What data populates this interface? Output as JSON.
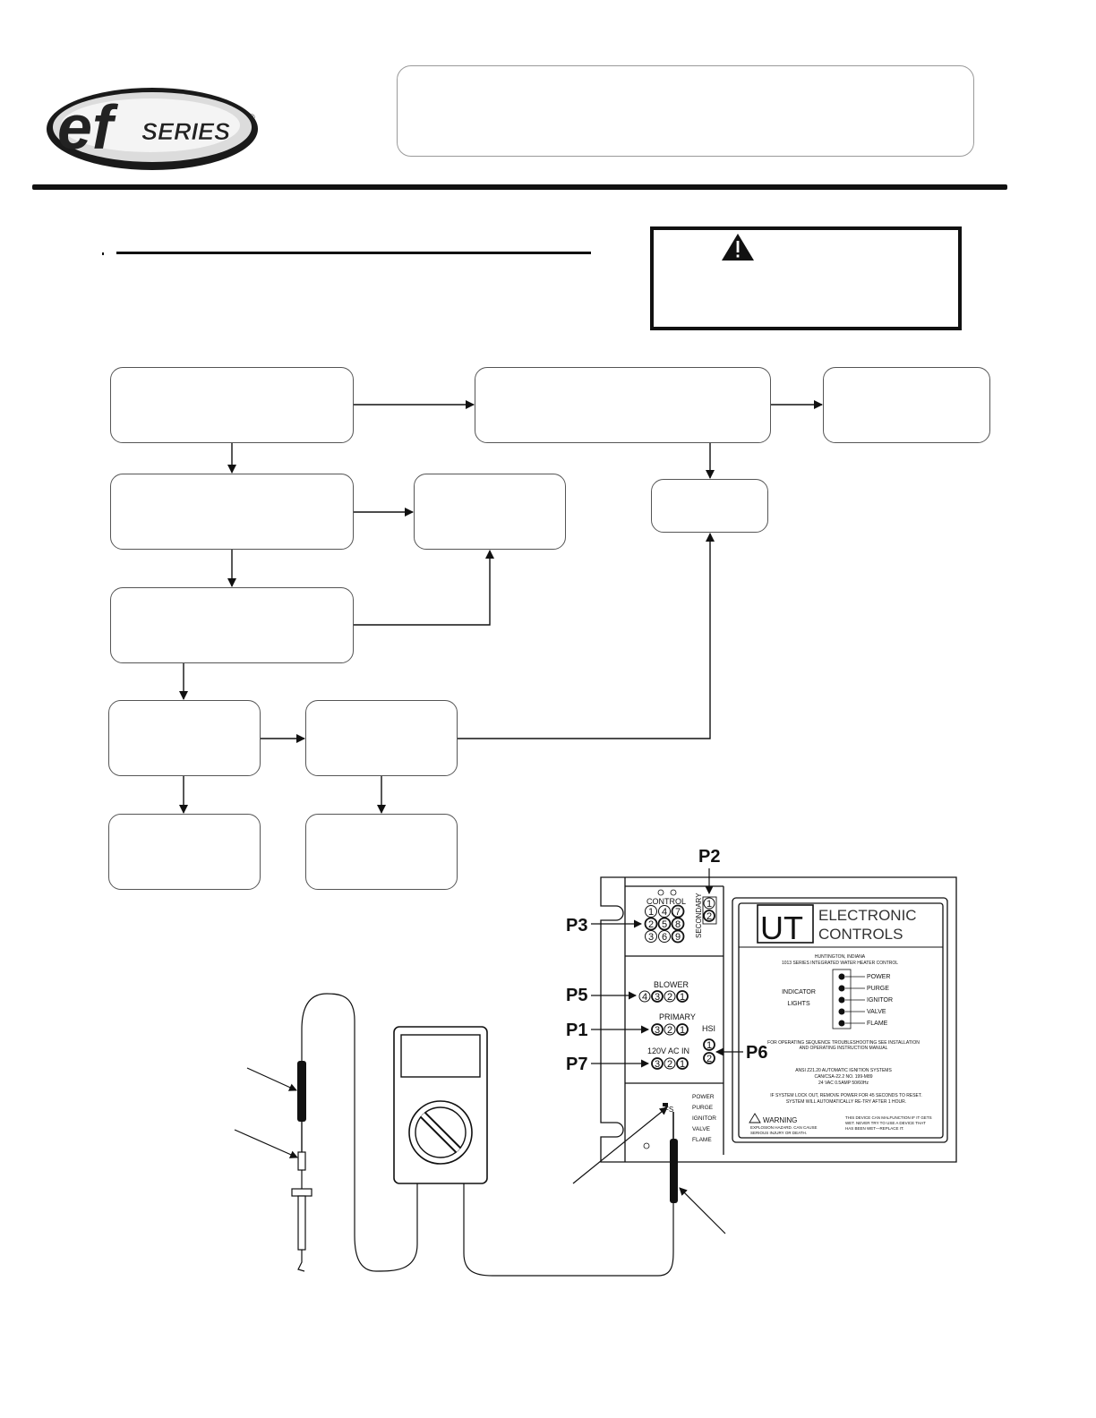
{
  "logo": {
    "brand_text": "SERIES",
    "prefix": "ef",
    "registered": "®"
  },
  "board": {
    "brand_initials": "UT",
    "brand_line1": "ELECTRONIC",
    "brand_line2": "CONTROLS",
    "location": "HUNTINGTON, INDIANA",
    "series": "1013 SERIES INTEGRATED WATER HEATER CONTROL",
    "indicator_title1": "INDICATOR",
    "indicator_title2": "LIGHTS",
    "lights": [
      "POWER",
      "PURGE",
      "IGNITOR",
      "VALVE",
      "FLAME"
    ],
    "note1": "FOR OPERATING SEQUENCE TROUBLESHOOTING SEE INSTALLATION",
    "note2": "AND OPERATING INSTRUCTION MANUAL",
    "ansi1": "ANSI Z21.20 AUTOMATIC IGNITION SYSTEMS",
    "ansi2": "CAN/CSA-22.2 NO. 199-M89",
    "ansi3": "24 VAC 0.5AMP 50/60Hz",
    "lockout1": "IF SYSTEM LOCK OUT, REMOVE POWER FOR 45 SECONDS TO RESET.",
    "lockout2": "SYSTEM WILL AUTOMATICALLY RE-TRY AFTER 1 HOUR.",
    "warning_title": "WARNING",
    "warning_text1": "EXPLOSION HAZARD. CAN CAUSE",
    "warning_text2": "SERIOUS INJURY OR DEATH.",
    "device_note1": "THIS DEVICE CAN MALFUNCTION IF IT GETS",
    "device_note2": "WET. NEVER TRY TO USE A DEVICE THAT",
    "device_note3": "HAS BEEN WET—REPLACE IT.",
    "control_label": "CONTROL",
    "secondary_label": "SECONDARY",
    "blower_label": "BLOWER",
    "primary_label": "PRIMARY",
    "hsi_label": "HSI",
    "ac_in_label": "120V AC IN",
    "fs_label": "FS",
    "status_leds": [
      "POWER",
      "PURGE",
      "IGNITOR",
      "VALVE",
      "FLAME"
    ],
    "control_pins": [
      "1",
      "4",
      "7",
      "2",
      "5",
      "8",
      "3",
      "6",
      "9"
    ],
    "secondary_pins": [
      "1",
      "2"
    ],
    "blower_pins": [
      "4",
      "3",
      "2",
      "1"
    ],
    "primary_pins": [
      "3",
      "2",
      "1"
    ],
    "hsi_pins": [
      "1",
      "2"
    ],
    "ac_pins": [
      "3",
      "2",
      "1"
    ]
  },
  "connectors": {
    "p2": "P2",
    "p3": "P3",
    "p5": "P5",
    "p1": "P1",
    "p7": "P7",
    "p6": "P6"
  },
  "colors": {
    "line": "#111111",
    "box_border": "#555555",
    "header_border": "#9a9a9a"
  }
}
